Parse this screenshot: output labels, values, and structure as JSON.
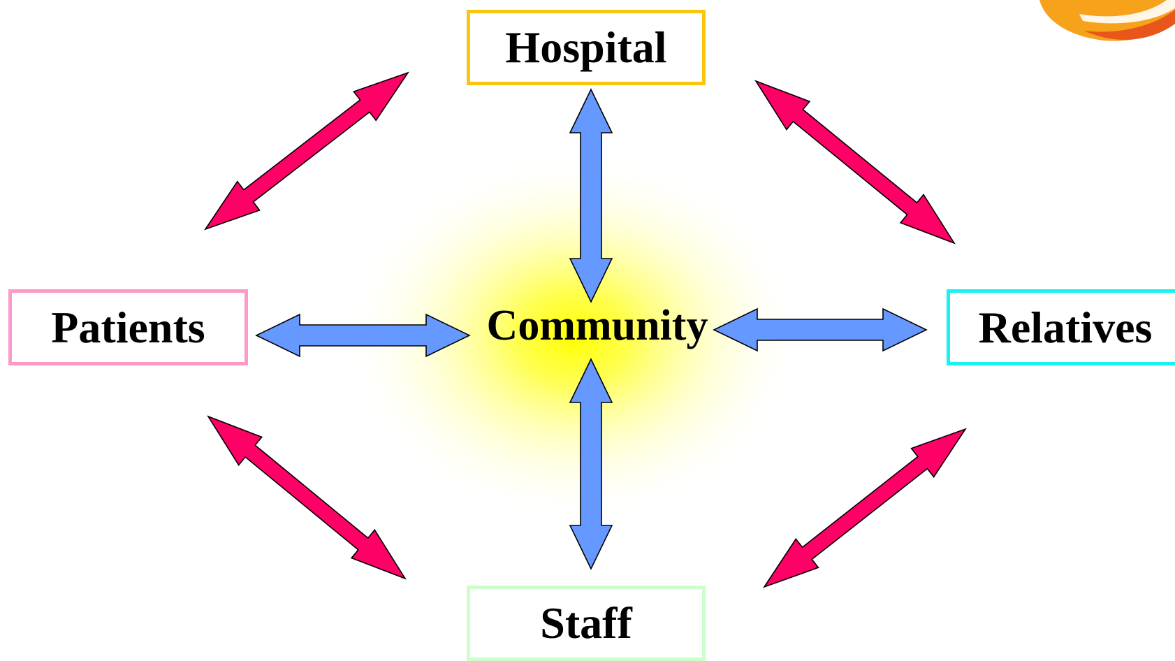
{
  "diagram": {
    "center": {
      "label": "Community"
    },
    "nodes": {
      "hospital": {
        "label": "Hospital",
        "border_color": "#f9c60d"
      },
      "patients": {
        "label": "Patients",
        "border_color": "#ff99cc"
      },
      "relatives": {
        "label": "Relatives",
        "border_color": "#1af1f1"
      },
      "staff": {
        "label": "Staff",
        "border_color": "#ccffcc"
      }
    },
    "connections": [
      {
        "from": "community",
        "to": "hospital",
        "style": "blue-double-arrow"
      },
      {
        "from": "community",
        "to": "patients",
        "style": "blue-double-arrow"
      },
      {
        "from": "community",
        "to": "relatives",
        "style": "blue-double-arrow"
      },
      {
        "from": "community",
        "to": "staff",
        "style": "blue-double-arrow"
      },
      {
        "from": "patients",
        "to": "hospital",
        "style": "red-double-arrow"
      },
      {
        "from": "hospital",
        "to": "relatives",
        "style": "red-double-arrow"
      },
      {
        "from": "patients",
        "to": "staff",
        "style": "red-double-arrow"
      },
      {
        "from": "staff",
        "to": "relatives",
        "style": "red-double-arrow"
      }
    ],
    "colors": {
      "blue_arrow": "#6699ff",
      "red_arrow": "#ff0066",
      "glow": "#ffff00"
    },
    "logo": {
      "icon": "swoosh-logo-icon",
      "colors": [
        "#f7a21b",
        "#e8561c"
      ]
    }
  }
}
